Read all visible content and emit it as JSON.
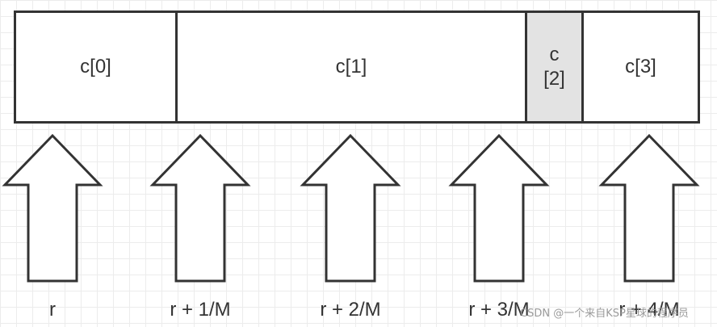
{
  "cells": [
    "c[0]",
    "c[1]",
    "c[2]",
    "c[3]"
  ],
  "highlight_color": "#e3e3e3",
  "stroke_color": "#333333",
  "labels": [
    "r",
    "r + 1/M",
    "r + 2/M",
    "r + 3/M",
    "r + 4/M"
  ],
  "watermark": "CSDN @一个来自KSP星球的程序员"
}
